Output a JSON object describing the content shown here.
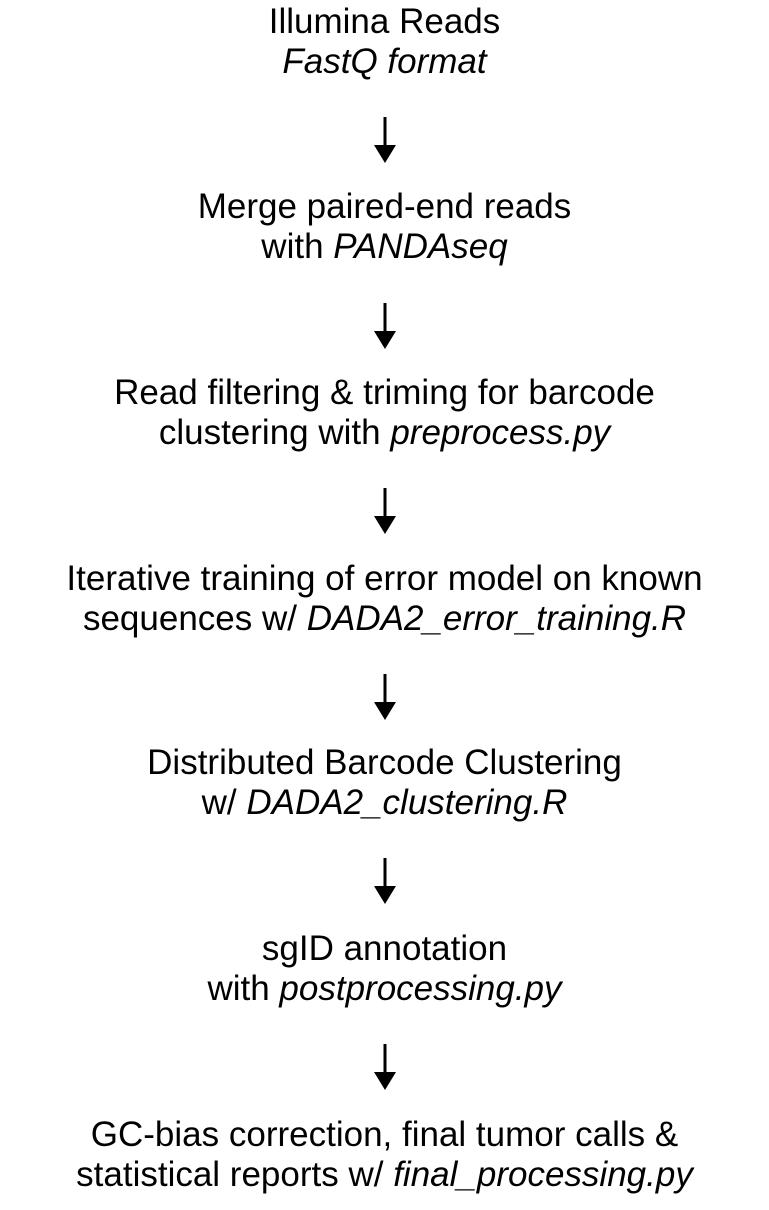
{
  "steps": [
    {
      "line1": "Illumina Reads",
      "line2_plain": "",
      "line2_italic": "FastQ format"
    },
    {
      "line1": "Merge paired-end reads",
      "line2_plain": "with ",
      "line2_italic": "PANDAseq"
    },
    {
      "line1": "Read filtering & triming for barcode",
      "line2_plain": "clustering with ",
      "line2_italic": "preprocess.py"
    },
    {
      "line1": "Iterative training of error model on known",
      "line2_plain": "sequences w/ ",
      "line2_italic": "DADA2_error_training.R"
    },
    {
      "line1": "Distributed Barcode Clustering",
      "line2_plain": "w/ ",
      "line2_italic": "DADA2_clustering.R"
    },
    {
      "line1": "sgID annotation",
      "line2_plain": "with ",
      "line2_italic": "postprocessing.py"
    },
    {
      "line1": "GC-bias correction, final tumor calls &",
      "line2_plain": "statistical reports w/ ",
      "line2_italic": "final_processing.py"
    }
  ]
}
